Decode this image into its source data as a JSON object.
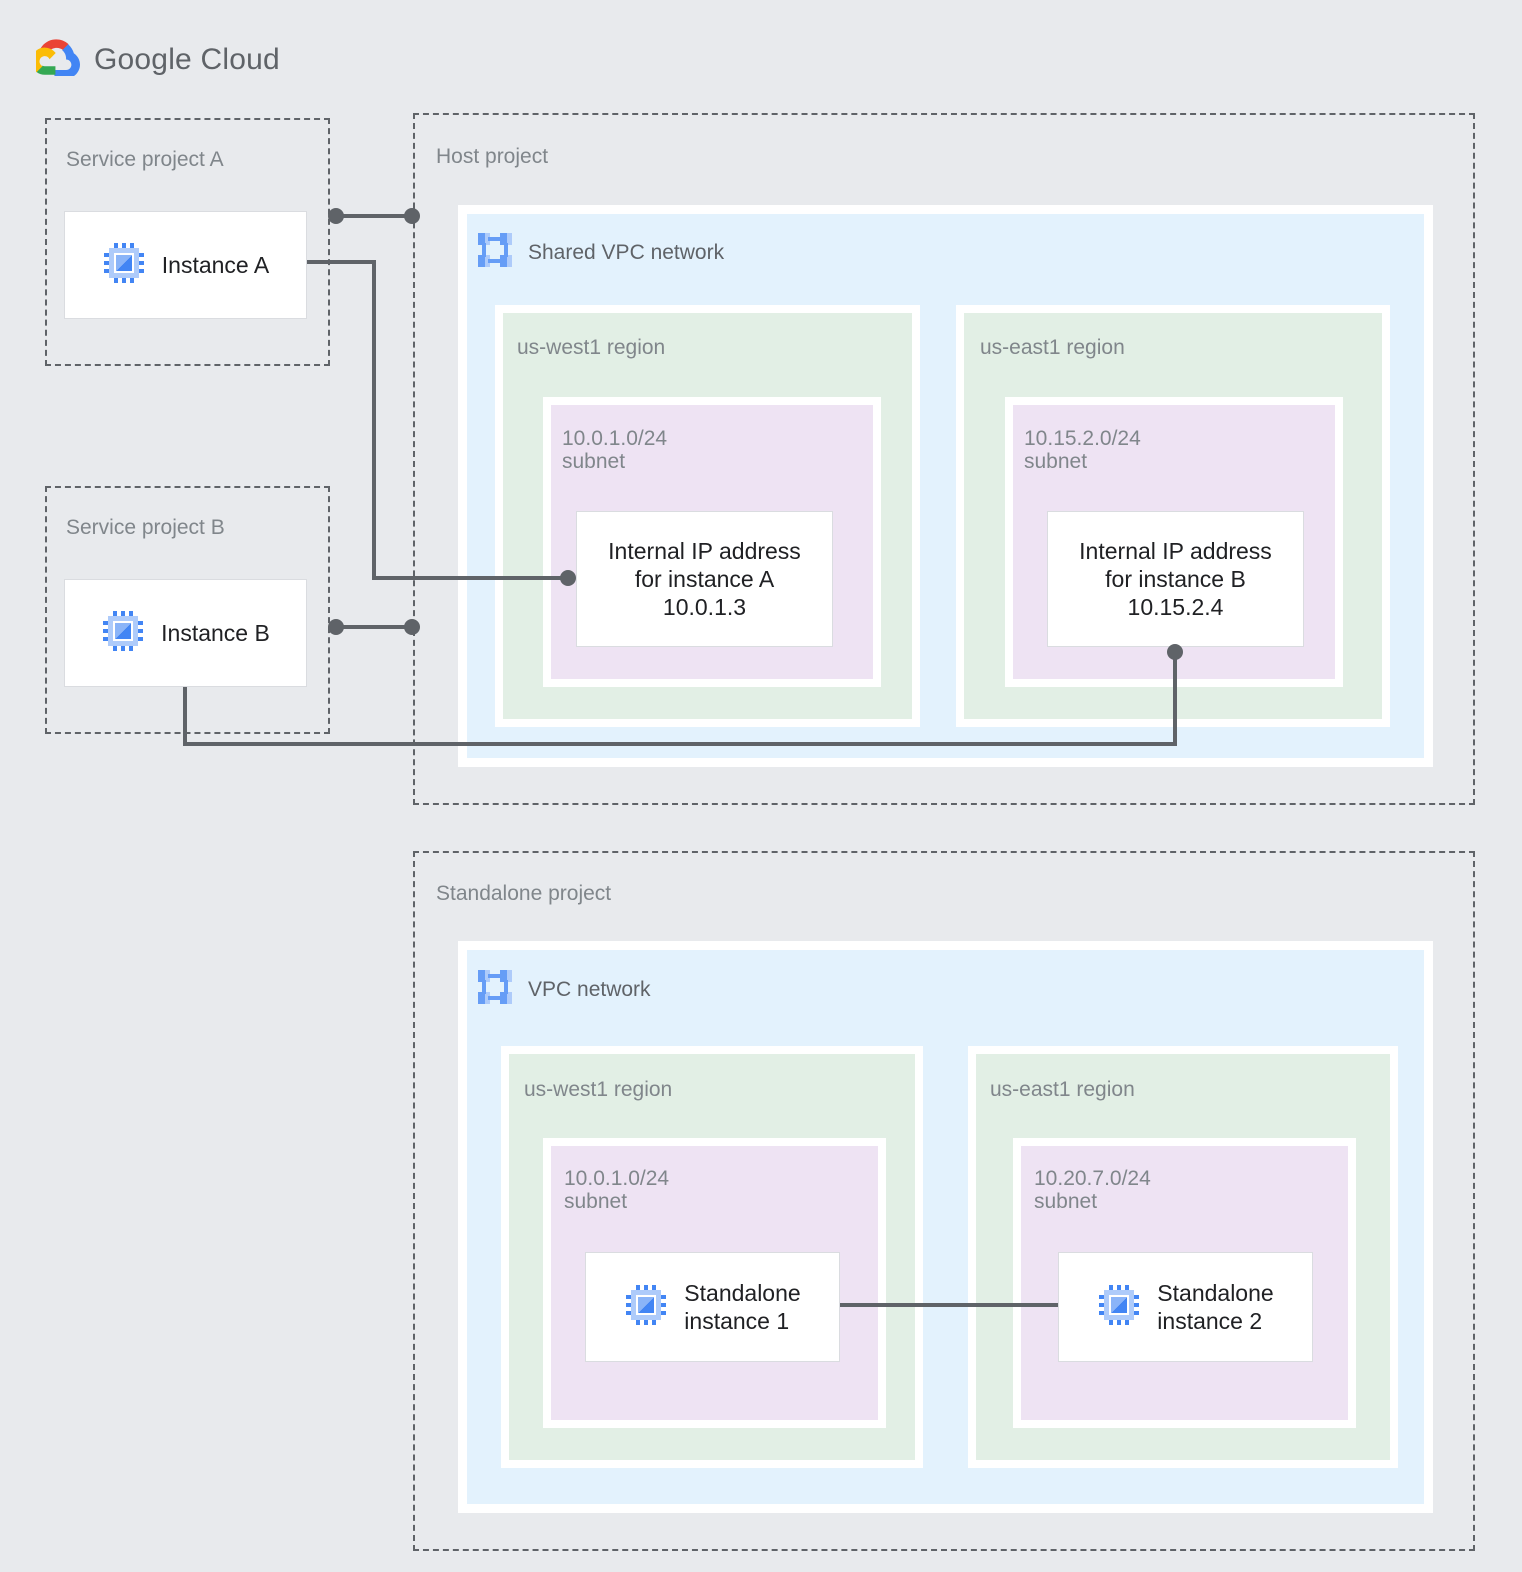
{
  "brand": {
    "logo_icon": "google-cloud-logo",
    "name_primary": "Google",
    "name_secondary": "Cloud"
  },
  "projects": {
    "service_a": {
      "label": "Service project A"
    },
    "service_b": {
      "label": "Service project B"
    },
    "host": {
      "label": "Host project"
    },
    "standalone": {
      "label": "Standalone project"
    }
  },
  "networks": {
    "shared_vpc": {
      "label": "Shared VPC network",
      "icon": "vpc-network-icon"
    },
    "vpc": {
      "label": "VPC network",
      "icon": "vpc-network-icon"
    }
  },
  "instances": {
    "a": {
      "label": "Instance A",
      "icon": "compute-instance-icon"
    },
    "b": {
      "label": "Instance B",
      "icon": "compute-instance-icon"
    },
    "standalone1": {
      "label": "Standalone\ninstance 1",
      "icon": "compute-instance-icon"
    },
    "standalone2": {
      "label": "Standalone\ninstance 2",
      "icon": "compute-instance-icon"
    }
  },
  "host_regions": [
    {
      "name": "us-west1 region",
      "subnet": "10.0.1.0/24\nsubnet",
      "resource": "Internal IP address\nfor instance A\n10.0.1.3"
    },
    {
      "name": "us-east1 region",
      "subnet": "10.15.2.0/24\nsubnet",
      "resource": "Internal IP address\nfor instance B\n10.15.2.4"
    }
  ],
  "standalone_regions": [
    {
      "name": "us-west1 region",
      "subnet": "10.0.1.0/24\nsubnet",
      "instance": "Standalone\ninstance 1"
    },
    {
      "name": "us-east1 region",
      "subnet": "10.20.7.0/24\nsubnet",
      "instance": "Standalone\ninstance 2"
    }
  ],
  "colors": {
    "background": "#e8eaed",
    "vpc_fill": "#e3f2fd",
    "region_fill": "#e2efe5",
    "subnet_fill": "#eee3f3",
    "card_fill": "#ffffff",
    "line": "#5f6368",
    "icon_blue": "#4285f4",
    "icon_blue_light": "#aecbfa",
    "text_muted": "#80868b",
    "text_dark": "#202124"
  }
}
